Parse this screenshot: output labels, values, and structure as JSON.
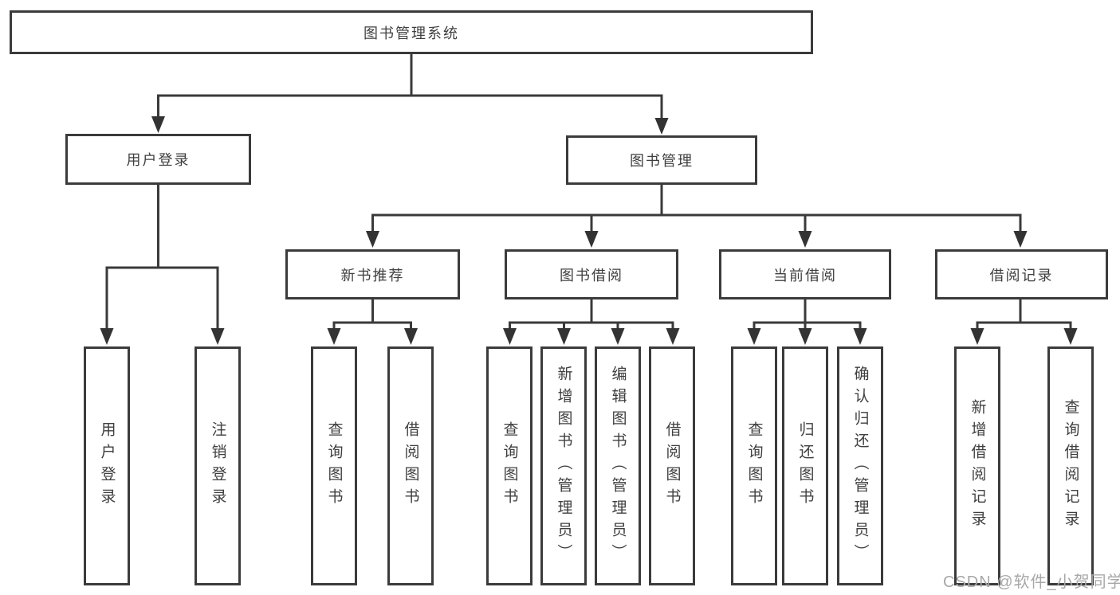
{
  "diagram": {
    "title": "图书管理系统",
    "line_color": "#3a3a3a",
    "text_color": "#3f3f3f",
    "level2": [
      {
        "label": "用户登录"
      },
      {
        "label": "图书管理"
      }
    ],
    "level3": [
      {
        "label": "新书推荐",
        "parent": "图书管理"
      },
      {
        "label": "图书借阅",
        "parent": "图书管理"
      },
      {
        "label": "当前借阅",
        "parent": "图书管理"
      },
      {
        "label": "借阅记录",
        "parent": "图书管理"
      }
    ],
    "leaves": [
      {
        "label": "用户登录",
        "parent": "用户登录"
      },
      {
        "label": "注销登录",
        "parent": "用户登录"
      },
      {
        "label": "查询图书",
        "parent": "新书推荐"
      },
      {
        "label": "借阅图书",
        "parent": "新书推荐"
      },
      {
        "label": "查询图书",
        "parent": "图书借阅"
      },
      {
        "label": "新增图书（管理员）",
        "parent": "图书借阅"
      },
      {
        "label": "编辑图书（管理员）",
        "parent": "图书借阅"
      },
      {
        "label": "借阅图书",
        "parent": "图书借阅"
      },
      {
        "label": "查询图书",
        "parent": "当前借阅"
      },
      {
        "label": "归还图书",
        "parent": "当前借阅"
      },
      {
        "label": "确认归还（管理员）",
        "parent": "当前借阅"
      },
      {
        "label": "新增借阅记录",
        "parent": "借阅记录"
      },
      {
        "label": "查询借阅记录",
        "parent": "借阅记录"
      }
    ]
  },
  "watermark": "CSDN @软件_小贺同学"
}
